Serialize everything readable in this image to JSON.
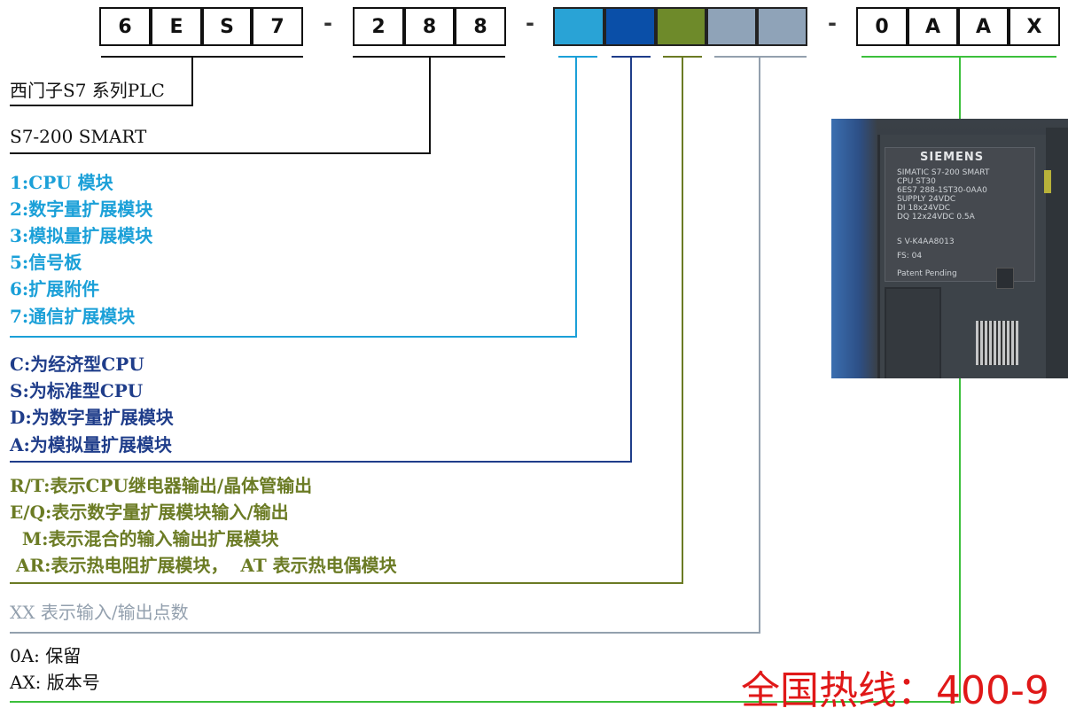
{
  "part_number": {
    "group1": [
      "6",
      "E",
      "S",
      "7"
    ],
    "group2": [
      "2",
      "8",
      "8"
    ],
    "group4": [
      "0",
      "A",
      "A",
      "X"
    ],
    "separator": "-",
    "color_boxes": [
      "#29a3d6",
      "#0a4fa8",
      "#6e8a2a",
      "#8fa3b8",
      "#8fa3b8"
    ]
  },
  "descriptions": {
    "series": "西门子S7 系列PLC",
    "family": "S7-200 SMART",
    "module_types": [
      "1:CPU 模块",
      "2:数字量扩展模块",
      "3:模拟量扩展模块",
      "5:信号板",
      "6:扩展附件",
      "7:通信扩展模块"
    ],
    "cpu_types": [
      "C:为经济型CPU",
      "S:为标准型CPU",
      "D:为数字量扩展模块",
      "A:为模拟量扩展模块"
    ],
    "io_types": [
      "R/T:表示CPU继电器输出/晶体管输出",
      "E/Q:表示数字量扩展模块输入/输出",
      "  M:表示混合的输入输出扩展模块",
      " AR:表示热电阻扩展模块，  AT 表示热电偶模块"
    ],
    "io_points": "XX 表示输入/输出点数",
    "version": [
      "0A: 保留",
      "AX: 版本号"
    ]
  },
  "photo": {
    "brand": "SIEMENS",
    "label_lines": [
      "SIMATIC S7-200 SMART",
      "CPU ST30",
      "6ES7 288-1ST30-0AA0",
      "SUPPLY 24VDC",
      "DI 18x24VDC",
      "DQ 12x24VDC 0.5A"
    ],
    "serial": "S V-K4AA8013",
    "fs": "FS: 04",
    "patent": "Patent Pending"
  },
  "hotline": "全国热线：400-9",
  "colors": {
    "cyan": "#1ba0d8",
    "navy": "#1f3d8a",
    "olive": "#6b7b24",
    "gray": "#93a0ae",
    "green": "#3cc03c",
    "hotline_red": "#e01818"
  }
}
